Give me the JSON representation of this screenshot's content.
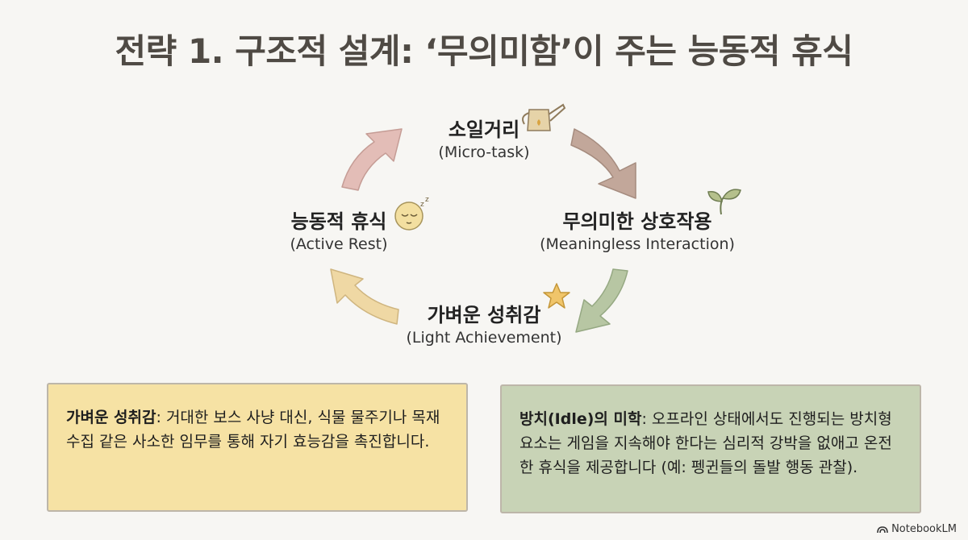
{
  "title": "전략 1. 구조적 설계: ‘무의미함’이 주는 능동적 휴식",
  "cycle": {
    "nodes": [
      {
        "ko": "소일거리",
        "en": "(Micro-task)",
        "icon": "watering-can-icon"
      },
      {
        "ko": "무의미한 상호작용",
        "en": "(Meaningless Interaction)",
        "icon": "sprout-icon"
      },
      {
        "ko": "가벼운 성취감",
        "en": "(Light Achievement)",
        "icon": "star-icon"
      },
      {
        "ko": "능동적 휴식",
        "en": "(Active Rest)",
        "icon": "sleeping-face-icon"
      }
    ],
    "colors": {
      "arrow_top_right": "#c2a79a",
      "arrow_bottom_right": "#b7c6a3",
      "arrow_bottom_left": "#efd8a4",
      "arrow_top_left": "#e3bdb7"
    }
  },
  "cards": {
    "left": {
      "heading": "가벼운 성취감",
      "body": ": 거대한 보스 사냥 대신, 식물 물주기나 목재 수집 같은 사소한 임무를 통해 자기 효능감을 촉진합니다.",
      "color": "#f6e2a4"
    },
    "right": {
      "heading": "방치(Idle)의 미학",
      "body": ": 오프라인 상태에서도 진행되는 방치형 요소는 게임을 지속해야 한다는 심리적 강박을 없애고 온전한 휴식을 제공합니다 (예: 펭귄들의 돌발 행동 관찰).",
      "color": "#c8d3b6"
    }
  },
  "brand": "NotebookLM"
}
